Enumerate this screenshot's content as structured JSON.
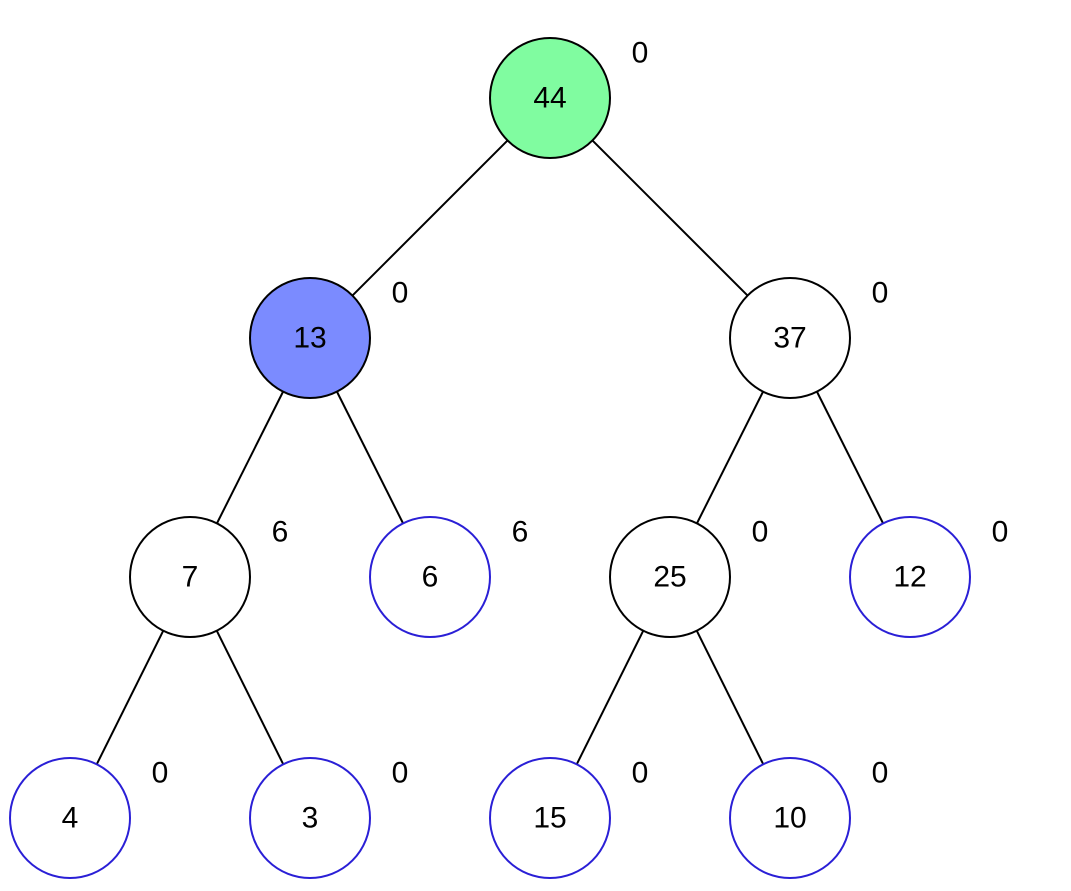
{
  "colors": {
    "root_fill": "#80fca0",
    "selected_fill": "#7b8bff",
    "default_fill": "#ffffff",
    "default_stroke": "#000000",
    "leaf_stroke": "#2a1fd6",
    "edge": "#000000"
  },
  "nodes": [
    {
      "id": "n44",
      "value": "44",
      "tag": "0",
      "style": "root"
    },
    {
      "id": "n13",
      "value": "13",
      "tag": "0",
      "style": "selected"
    },
    {
      "id": "n37",
      "value": "37",
      "tag": "0",
      "style": "default"
    },
    {
      "id": "n7",
      "value": "7",
      "tag": "6",
      "style": "default"
    },
    {
      "id": "n6",
      "value": "6",
      "tag": "6",
      "style": "leaf"
    },
    {
      "id": "n25",
      "value": "25",
      "tag": "0",
      "style": "default"
    },
    {
      "id": "n12",
      "value": "12",
      "tag": "0",
      "style": "leaf"
    },
    {
      "id": "n4",
      "value": "4",
      "tag": "0",
      "style": "leaf"
    },
    {
      "id": "n3",
      "value": "3",
      "tag": "0",
      "style": "leaf"
    },
    {
      "id": "n15",
      "value": "15",
      "tag": "0",
      "style": "leaf"
    },
    {
      "id": "n10",
      "value": "10",
      "tag": "0",
      "style": "leaf"
    }
  ],
  "edges": [
    [
      "n44",
      "n13"
    ],
    [
      "n44",
      "n37"
    ],
    [
      "n13",
      "n7"
    ],
    [
      "n13",
      "n6"
    ],
    [
      "n37",
      "n25"
    ],
    [
      "n37",
      "n12"
    ],
    [
      "n7",
      "n4"
    ],
    [
      "n7",
      "n3"
    ],
    [
      "n25",
      "n15"
    ],
    [
      "n25",
      "n10"
    ]
  ]
}
